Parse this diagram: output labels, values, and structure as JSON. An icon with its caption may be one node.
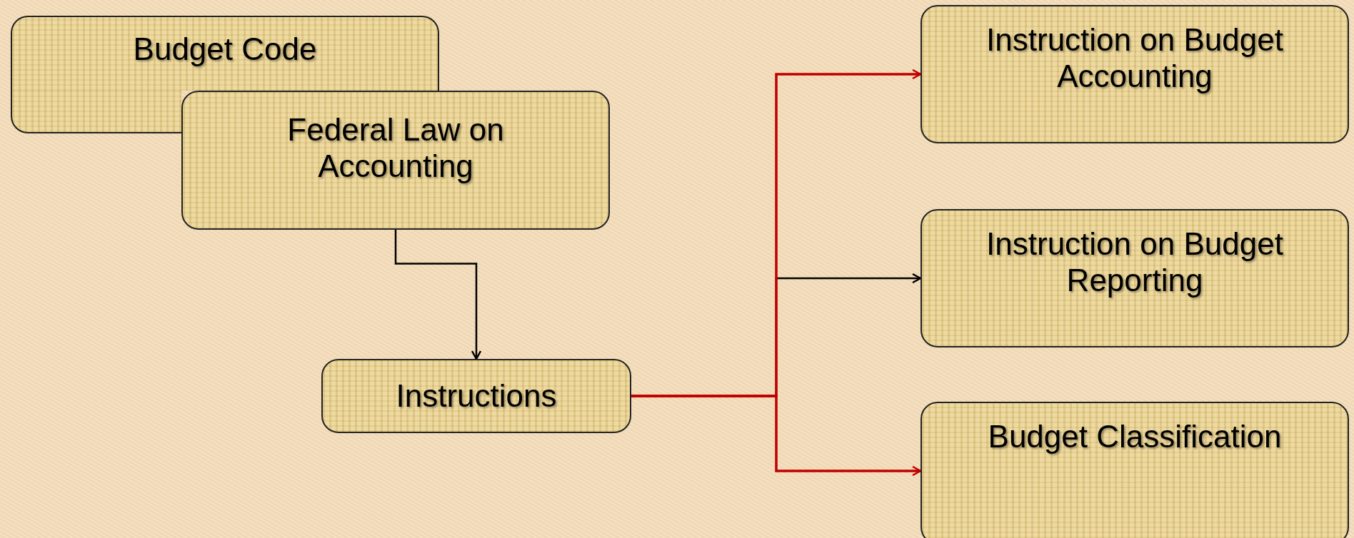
{
  "diagram": {
    "nodes": [
      {
        "text": [
          "Budget Code"
        ]
      },
      {
        "text": [
          "Federal Law on Accounting"
        ]
      },
      {
        "text": [
          "Instructions"
        ]
      },
      {
        "text": [
          "Instruction on Budget Accounting"
        ]
      },
      {
        "text": [
          "Instruction on Budget Reporting"
        ]
      },
      {
        "text": [
          "Budget Classification"
        ]
      }
    ],
    "edges": [
      {
        "from": 1,
        "to": 2,
        "arrow": "to",
        "color": "#000000"
      },
      {
        "from": 2,
        "to": 3,
        "arrow": "to",
        "color": "#c00000"
      },
      {
        "from": 2,
        "to": 4,
        "arrow": "to",
        "color": "#000000"
      },
      {
        "from": 2,
        "to": 5,
        "arrow": "to",
        "color": "#c00000"
      }
    ]
  }
}
